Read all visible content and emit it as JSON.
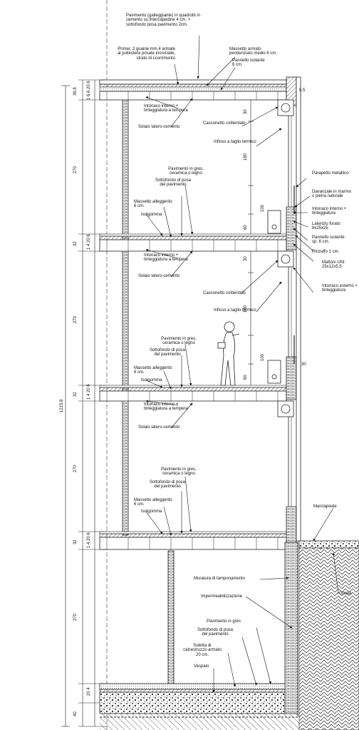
{
  "labels": {
    "pavimento_galleggiante": "Pavimento (galleggiante) in quadrotti in\ncemento su intercapedine 4 cm. +\nsottofondo posa pavimento 2cm.",
    "primer": "Primer, 2 guaine mm.4 armate\nal poliestere posate incrociate,\nstrato di scorrimento",
    "massetto_armato": "Massetto armato\npendenziato medio 6 cm.",
    "pannello_isolante_top": "Pannello isolante\n6 cm.",
    "intonaco_interno_1": "Intonaco interno +\ntinteggiatura a tempera",
    "solaio_1": "Solaio latero-cemento",
    "cassonetto_1": "Cassonetto coibentato",
    "infisso_1": "Infisso a taglio termico",
    "pav_gres_1": "Pavimento in gres,\nceramica o legno",
    "sottofondo_1": "Sottofondo di posa\ndel pavimento",
    "massetto_all_1": "Massetto alleggerito\n6 cm.",
    "isolgomma_1": "Isolgomma",
    "intonaco_interno_2": "Intonaco interno +\ntinteggiatura a tempera",
    "solaio_2": "Solaio latero-cemento",
    "cassonetto_2": "Cassonetto coibentato",
    "infisso_2": "Infisso a taglio termico",
    "pav_gres_2": "Pavimento in gres,\nceramica o legno",
    "sottofondo_2": "Sottofondo di posa\ndel pavimento",
    "massetto_all_2": "Massetto alleggerito\n6 cm.",
    "isolgomma_2": "Isolgomma",
    "intonaco_interno_3": "Intonaco interno +\ntinteggiatura a tempera",
    "solaio_3": "Solaio latero-cemento",
    "pav_gres_3": "Pavimento in gres,\nceramica o legno",
    "sottofondo_3": "Sottofondo di posa\ndel pavimento",
    "massetto_all_3": "Massetto alleggerito\n6 cm.",
    "isolgomma_3": "Isolgomma",
    "parapetto": "Parapetto metallico",
    "davanzale": "Davanzale in marmo\no pietra naturale",
    "intonaco_interno_fac": "Intonaco interno +\ntinteggiatura",
    "laterizio": "Laterizio forato\n8x25x25",
    "pannello_isolante_fac": "Pannello isolante\nsp. 6 cm.",
    "rinzaffo": "Rinzaffo 1 cm.",
    "mattoni": "Mattoni UNI\n25x12x5,5",
    "intonaco_esterno": "Intonaco esterno +\ntinteggiatura",
    "marciapiede": "Marciapiede",
    "ghiaia": "Ghiaia",
    "muratura": "Muratura di tamponamento",
    "impermeabilizzazione": "Impermeabilizzazione",
    "pav_gres_base": "Pavimento in gres",
    "sottofondo_base": "Sottofondo di posa\ndel pavimento",
    "soletta": "Soletta di\ncalcestruzzo armato\n20 cm.",
    "vespaio": "Vespaio"
  },
  "dims": {
    "d_39_8": "39.8",
    "d_270_a": "270",
    "d_32_a": "32",
    "d_270_b": "270",
    "d_32_b": "32",
    "d_270_c": "270",
    "d_32_c": "32",
    "d_270_d": "270",
    "d_40": "40",
    "total": "1215.8",
    "w_30_a": "30",
    "w_180_a": "180",
    "w_100_a": "100",
    "w_60_a": "60",
    "w_30_b": "30",
    "w_180_b": "180",
    "w_100_b": "100",
    "w_60_b": "60",
    "w_5_5": "5.5",
    "w_30_right": "30",
    "s_top": "1 6 6 20 6",
    "s_f1": "1 4 20 6",
    "s_f2": "1 4 20 6",
    "s_f3": "1 4 20 6",
    "s_base": "20 4"
  }
}
